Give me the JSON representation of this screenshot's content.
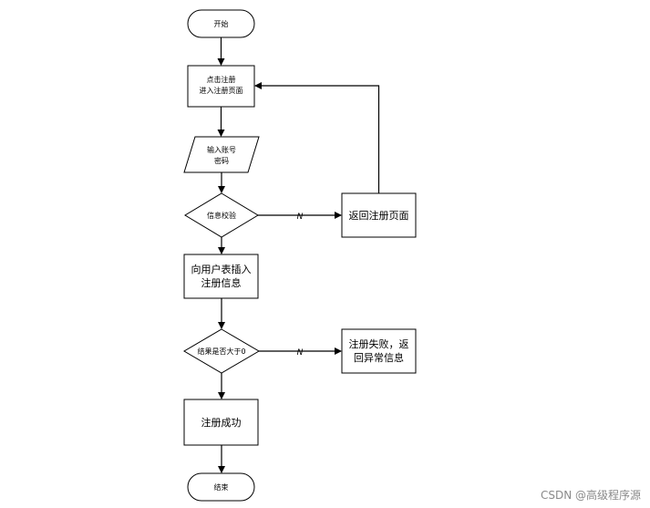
{
  "nodes": {
    "start": {
      "label": "开始"
    },
    "click_register": {
      "lines": [
        "点击注册",
        "进入注册页面"
      ]
    },
    "input_account": {
      "lines": [
        "输入账号",
        "密码"
      ]
    },
    "validate": {
      "label": "信息校验"
    },
    "return_register": {
      "label": "返回注册页面"
    },
    "insert_user": {
      "lines": [
        "向用户表插入",
        "注册信息"
      ]
    },
    "result_check": {
      "label": "结果是否大于0"
    },
    "register_fail": {
      "lines": [
        "注册失败，返",
        "回异常信息"
      ]
    },
    "register_success": {
      "label": "注册成功"
    },
    "end": {
      "label": "结束"
    }
  },
  "edges": {
    "validate_no": {
      "label": "N"
    },
    "result_no": {
      "label": "N"
    }
  },
  "watermark": {
    "text": "CSDN @高级程序源"
  }
}
